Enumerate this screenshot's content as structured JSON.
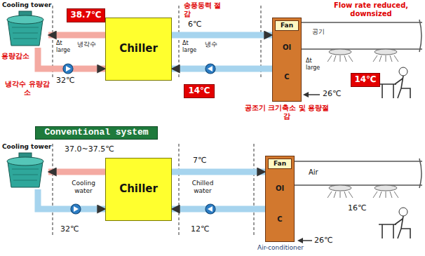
{
  "diagram": {
    "nodes": [
      {
        "text": [
          "Cooling tower"
        ]
      },
      {
        "text": [
          "38.7℃"
        ]
      },
      {
        "text": [
          "Chiller"
        ]
      },
      {
        "text": [
          "14℃"
        ]
      },
      {
        "text": [
          "OI",
          "C"
        ]
      },
      {
        "text": [
          "Fan"
        ],
        "in": 4
      },
      {
        "text": [
          "14℃"
        ]
      },
      {
        "text": [
          "Conventional system"
        ]
      },
      {
        "text": [
          "Cooling tower"
        ]
      },
      {
        "text": [
          "Chiller"
        ]
      },
      {
        "text": [
          "OI",
          "C",
          "Air-conditioner"
        ]
      },
      {
        "text": [
          "Fan"
        ],
        "in": 10
      }
    ],
    "edges": [
      {
        "from": 2,
        "to": 0,
        "arrow": "to"
      },
      {
        "from": 0,
        "to": 2,
        "arrow": "to"
      },
      {
        "from": 2,
        "to": 4,
        "arrow": "to"
      },
      {
        "from": 4,
        "to": 2,
        "arrow": "to"
      },
      {
        "from": 9,
        "to": 8,
        "arrow": "to"
      },
      {
        "from": 8,
        "to": 9,
        "arrow": "to"
      },
      {
        "from": 9,
        "to": 10,
        "arrow": "to"
      },
      {
        "from": 10,
        "to": 9,
        "arrow": "to"
      }
    ],
    "labels": [
      "송풍동력 절감",
      "Flow rate reduced, downsized",
      "냉각수",
      "Δt large",
      "6℃",
      "냉수",
      "Δt large",
      "공기",
      "Δt large",
      "용량감소",
      "32℃",
      "냉각수 유량감소",
      "공조기 크기축소 및 용량절감",
      "26℃",
      "37.0~37.5℃",
      "7℃",
      "Cooling water",
      "Chilled water",
      "Air",
      "16℃",
      "32℃",
      "12℃",
      "26℃"
    ]
  }
}
